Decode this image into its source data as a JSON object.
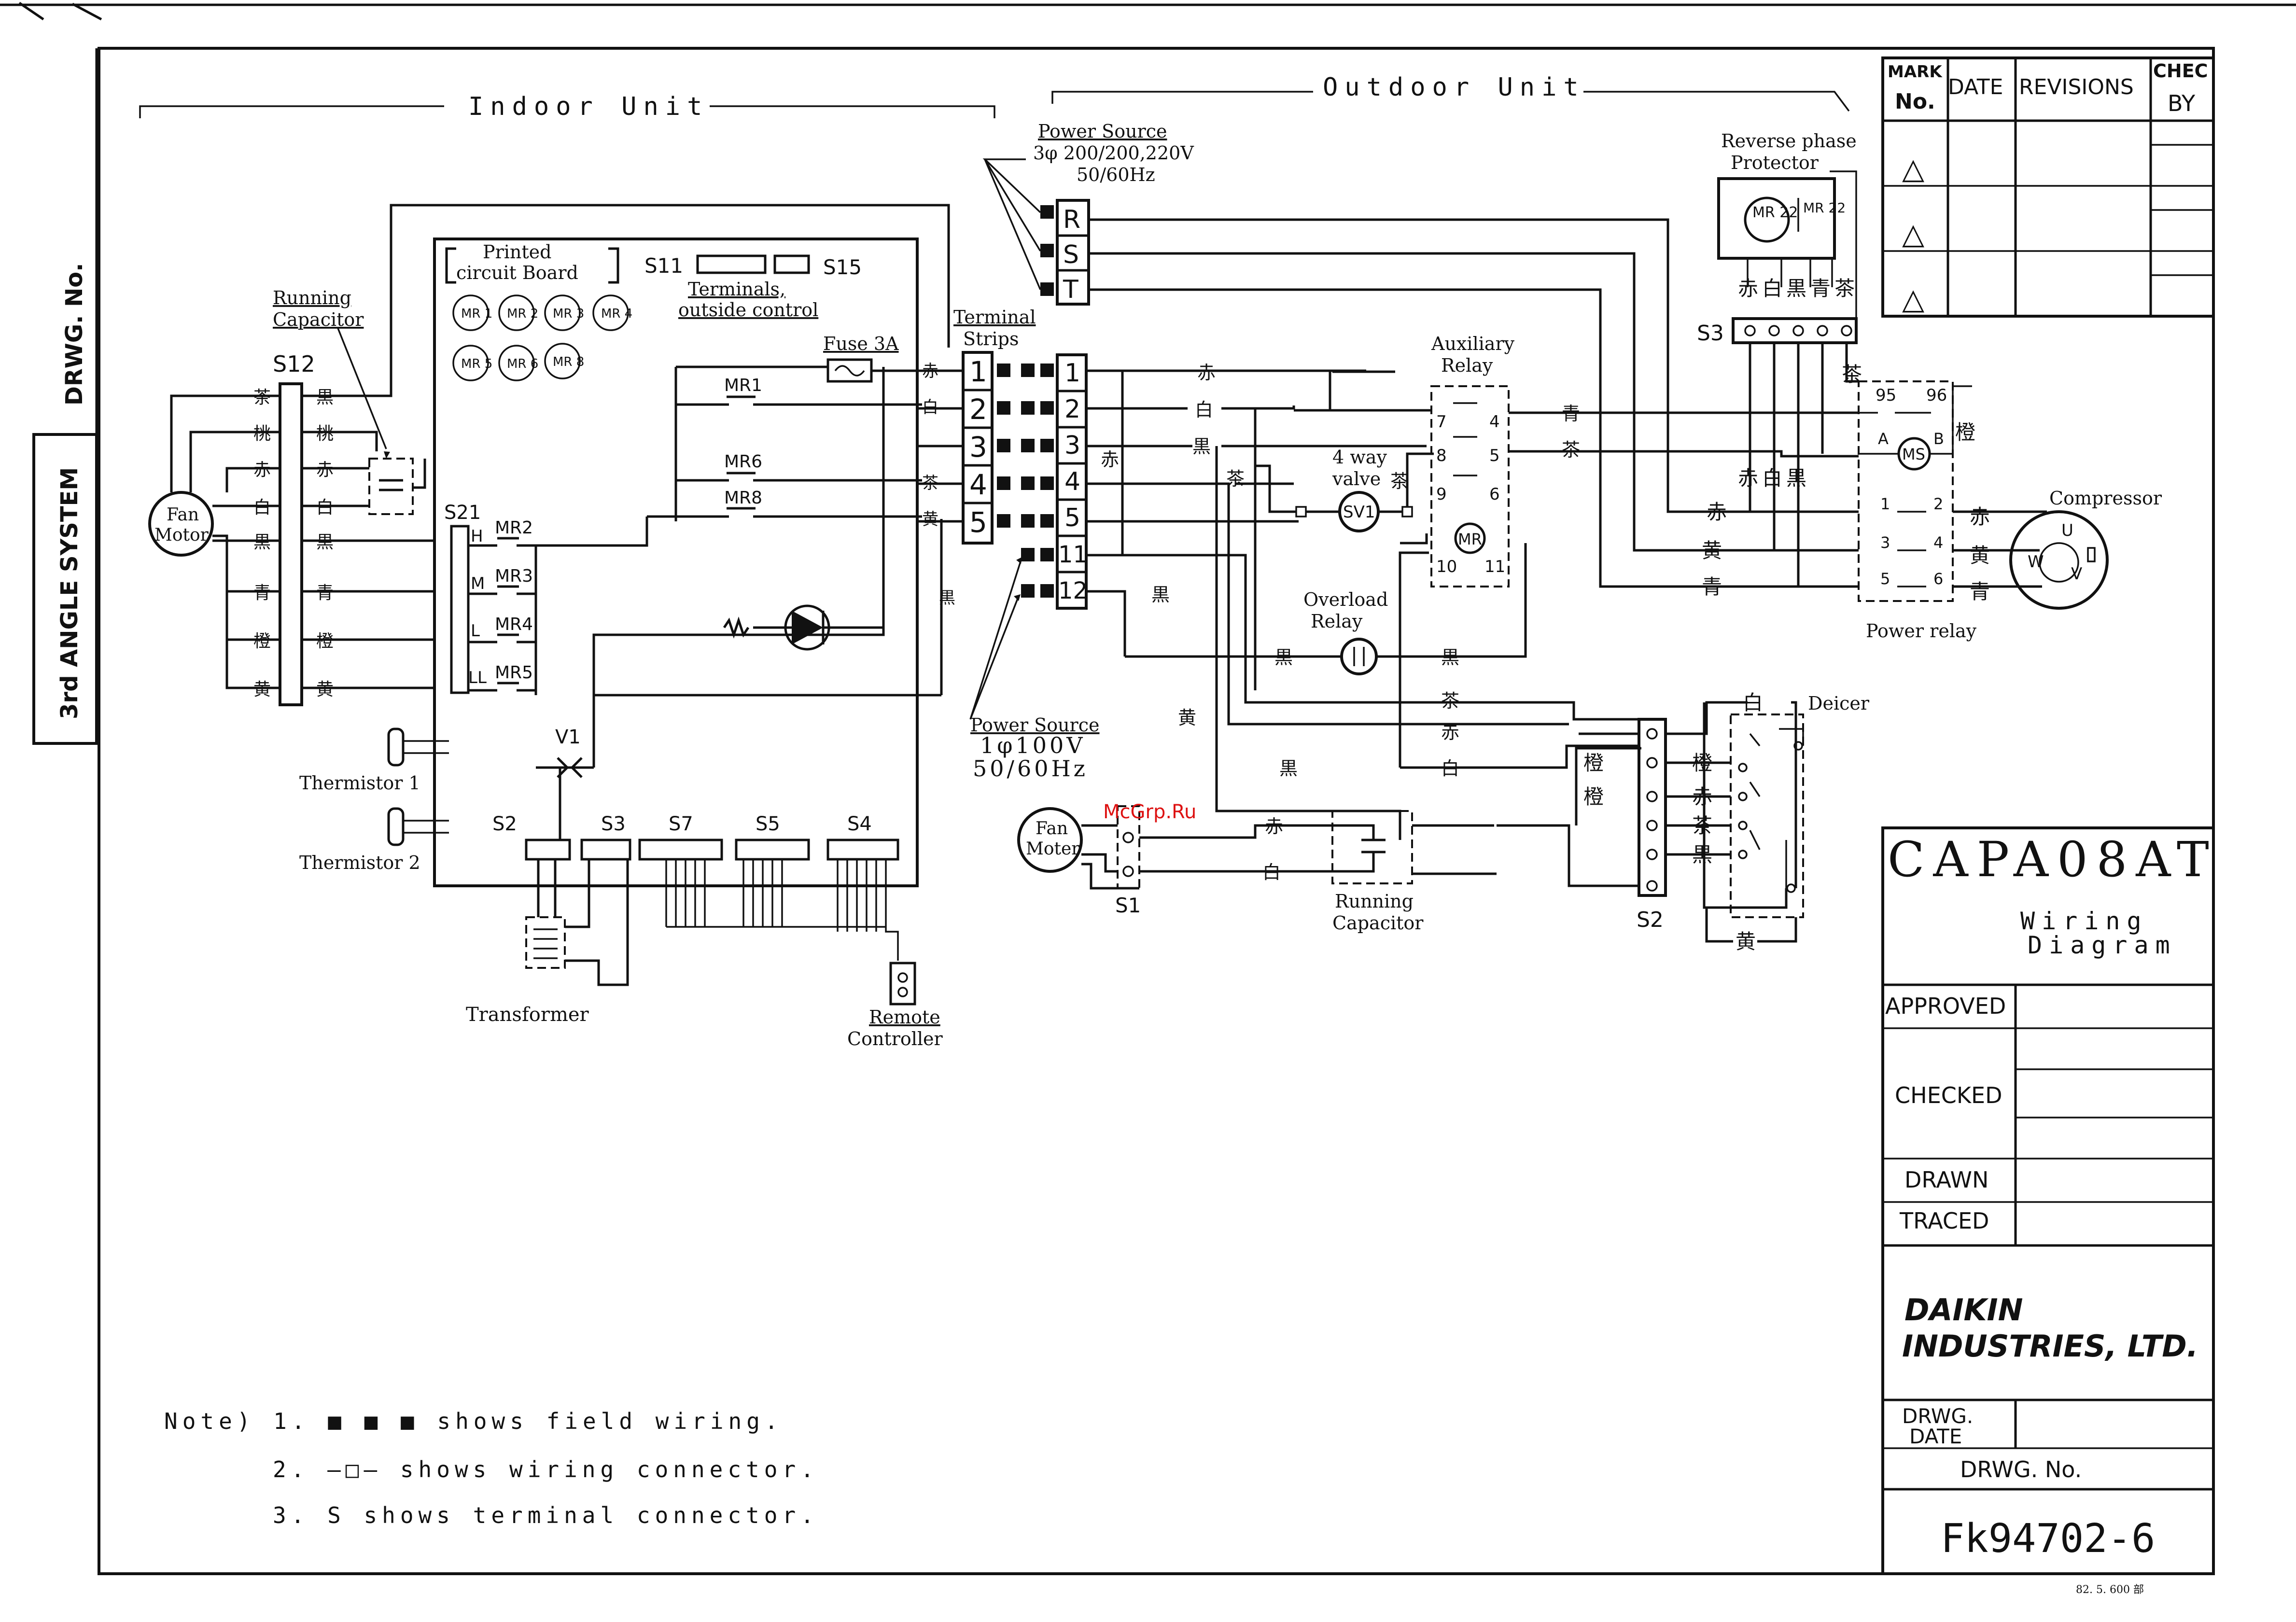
{
  "side": {
    "drwg_no": "DRWG. No.",
    "angle": "3rd ANGLE SYSTEM"
  },
  "sections": {
    "indoor": "Indoor Unit",
    "outdoor": "Outdoor Unit"
  },
  "revision": {
    "mark": "MARK",
    "no": "No.",
    "date": "DATE",
    "revisions": "REVISIONS",
    "check": "CHEC",
    "by": "BY",
    "triangle": "△"
  },
  "title_block": {
    "model": "CAPA08AT",
    "subtitle_1": "Wiring",
    "subtitle_2": "Diagram",
    "approved": "APPROVED",
    "checked": "CHECKED",
    "drawn": "DRAWN",
    "traced": "TRACED",
    "company_1": "DAIKIN",
    "company_2": "INDUSTRIES, LTD.",
    "drwg_date_1": "DRWG.",
    "drwg_date_2": "DATE",
    "drwg_no": "DRWG. No.",
    "number": "Fk94702-6"
  },
  "watermark": "McGrp.Ru",
  "labels": {
    "running_capacitor_in_1": "Running",
    "running_capacitor_in_2": "Capacitor",
    "s12": "S12",
    "fan_motor_in_1": "Fan",
    "fan_motor_in_2": "Motor",
    "pcb_1": "Printed",
    "pcb_2": "circuit Board",
    "s11": "S11",
    "s15": "S15",
    "terminals_1": "Terminals,",
    "terminals_2": "outside control",
    "fuse": "Fuse 3A",
    "mr1": "MR1",
    "mr2": "MR2",
    "mr3": "MR3",
    "mr4": "MR4",
    "mr5": "MR5",
    "mr6": "MR6",
    "mr8": "MR8",
    "s21": "S21",
    "h": "H",
    "m": "M",
    "l": "L",
    "ll": "LL",
    "v1": "V1",
    "thermistor1": "Thermistor 1",
    "thermistor2": "Thermistor 2",
    "s2_in": "S2",
    "s3_in": "S3",
    "s7": "S7",
    "s5": "S5",
    "s4": "S4",
    "transformer": "Transformer",
    "remote_1": "Remote",
    "remote_2": "Controller",
    "terminal_strips_1": "Terminal",
    "terminal_strips_2": "Strips",
    "ps3_1": "Power Source",
    "ps3_2": "3φ  200/200,220V",
    "ps3_3": "50/60Hz",
    "r": "R",
    "s": "S",
    "t": "T",
    "ps1_1": "Power Source",
    "ps1_2": "1φ100V",
    "ps1_3": "50/60Hz",
    "rpp_1": "Reverse phase",
    "rpp_2": "Protector",
    "mr22": "MR 22",
    "mr22b": "MR 22",
    "s3_out": "S3",
    "aux_1": "Auxiliary",
    "aux_2": "Relay",
    "four_way_1": "4 way",
    "four_way_2": "valve",
    "sv1": "SV1",
    "mr": "MR",
    "overload_1": "Overload",
    "overload_2": "Relay",
    "ms": "MS",
    "n95": "95",
    "n96": "96",
    "a": "A",
    "b": "B",
    "compressor": "Compressor",
    "power_relay": "Power relay",
    "fan_motor_out_1": "Fan",
    "fan_motor_out_2": "Moter",
    "s1": "S1",
    "running_capacitor_out_1": "Running",
    "running_capacitor_out_2": "Capacitor",
    "deicer": "Deicer",
    "s2_out": "S2",
    "u": "U",
    "v": "V",
    "w": "W"
  },
  "pcb_relays": [
    "MR 1",
    "MR 2",
    "MR 3",
    "MR 4",
    "MR 5",
    "MR 6",
    "MR 8"
  ],
  "terminal_numbers": [
    "1",
    "2",
    "3",
    "4",
    "5"
  ],
  "outdoor_terminal_numbers": [
    "1",
    "2",
    "3",
    "4",
    "5",
    "11",
    "12"
  ],
  "wire_colors": {
    "brown": "茶",
    "black": "黒",
    "peach": "桃",
    "red": "赤",
    "white": "白",
    "blue": "青",
    "orange": "橙",
    "yellow": "黄"
  },
  "notes": {
    "n1": "Note) 1. ■ ■ ■  shows field wiring.",
    "n2": "2.  —□—   shows wiring connector.",
    "n3": "3. S  shows terminal connector."
  },
  "footer_stamp": "82. 5. 600 部"
}
